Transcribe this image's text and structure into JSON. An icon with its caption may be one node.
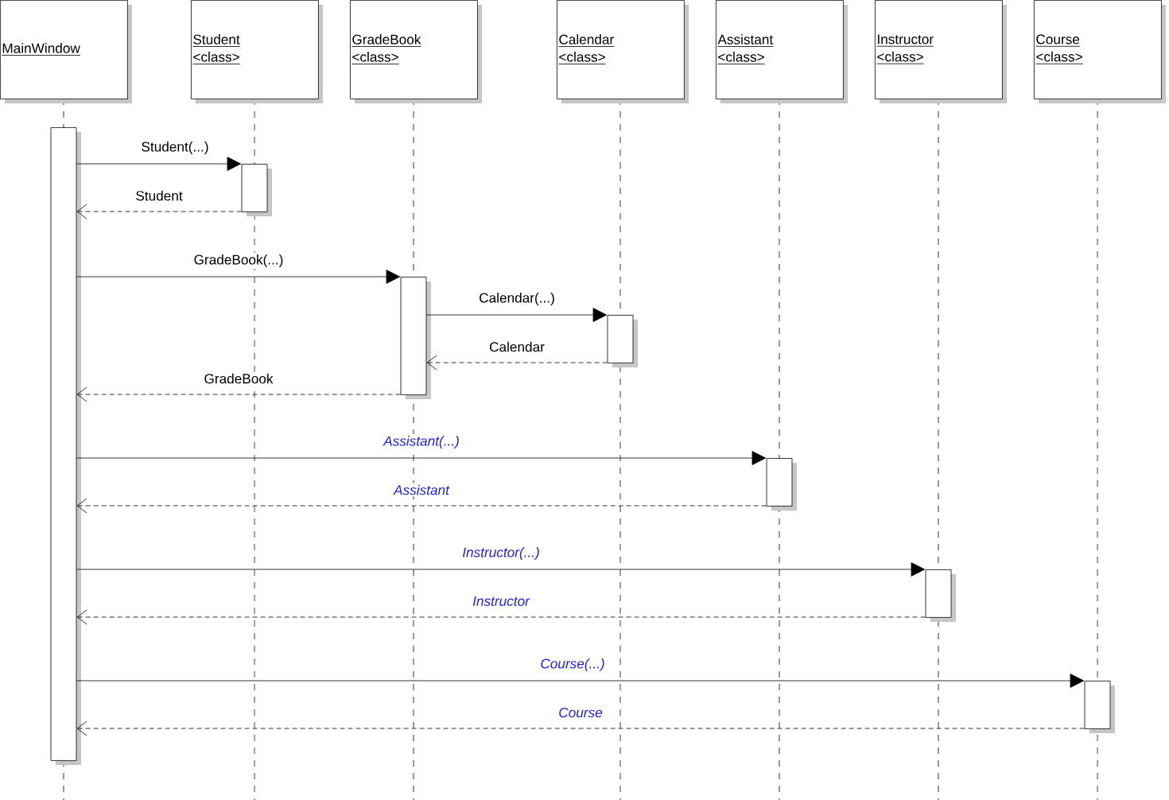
{
  "diagram": {
    "nodes": [
      {
        "text": [
          "MainWindow"
        ]
      },
      {
        "text": [
          "Student",
          "<class>"
        ]
      },
      {
        "text": [
          "GradeBook",
          "<class>"
        ]
      },
      {
        "text": [
          "Calendar",
          "<class>"
        ]
      },
      {
        "text": [
          "Assistant",
          "<class>"
        ]
      },
      {
        "text": [
          "Instructor",
          "<class>"
        ]
      },
      {
        "text": [
          "Course",
          "<class>"
        ]
      },
      {
        "text": [],
        "shape": "bar"
      },
      {
        "text": [],
        "shape": "bar"
      },
      {
        "text": [],
        "shape": "bar"
      },
      {
        "text": [],
        "shape": "bar"
      },
      {
        "text": [],
        "shape": "bar"
      },
      {
        "text": [],
        "shape": "bar"
      },
      {
        "text": [],
        "shape": "bar"
      }
    ],
    "edges": [
      {
        "from": 7,
        "to": 8,
        "arrow": "to",
        "label": "Student(...)"
      },
      {
        "from": 8,
        "to": 7,
        "arrow": "to",
        "label": "Student",
        "style": "dashed"
      },
      {
        "from": 7,
        "to": 9,
        "arrow": "to",
        "label": "GradeBook(...)"
      },
      {
        "from": 9,
        "to": 10,
        "arrow": "to",
        "label": "Calendar(...)"
      },
      {
        "from": 10,
        "to": 9,
        "arrow": "to",
        "label": "Calendar",
        "style": "dashed"
      },
      {
        "from": 9,
        "to": 7,
        "arrow": "to",
        "label": "GradeBook",
        "style": "dashed"
      },
      {
        "from": 7,
        "to": 11,
        "arrow": "to",
        "label": "Assistant(...)"
      },
      {
        "from": 11,
        "to": 7,
        "arrow": "to",
        "label": "Assistant",
        "style": "dashed"
      },
      {
        "from": 7,
        "to": 12,
        "arrow": "to",
        "label": "Instructor(...)"
      },
      {
        "from": 12,
        "to": 7,
        "arrow": "to",
        "label": "Instructor",
        "style": "dashed"
      },
      {
        "from": 7,
        "to": 13,
        "arrow": "to",
        "label": "Course(...)"
      },
      {
        "from": 13,
        "to": 7,
        "arrow": "to",
        "label": "Course",
        "style": "dashed"
      }
    ]
  }
}
